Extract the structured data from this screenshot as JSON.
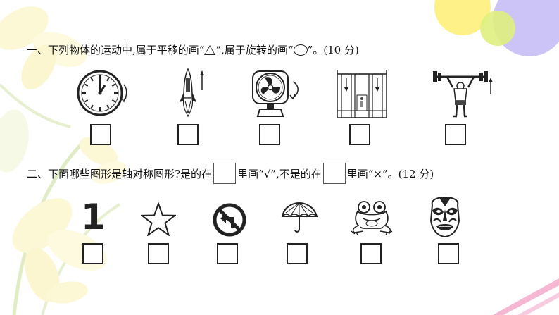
{
  "question1": {
    "number": "一、",
    "text_a": "下列物体的运动中,属于平移的画“",
    "text_b": "”,属于旋转的画“",
    "text_c": "”。(10 分)",
    "translation_symbol": "triangle-shape",
    "rotation_symbol": "circle-shape",
    "items": [
      "clock-icon",
      "rocket-icon",
      "fan-icon",
      "elevator-icon",
      "weightlifter-icon"
    ]
  },
  "question2": {
    "number": "二、",
    "text_a": "下面哪些图形是轴对称图形?是的在",
    "text_b": "里画“√”,不是的在",
    "text_c": "里画“×”。(12 分)",
    "digit": "1",
    "items": [
      "digit-one",
      "star-icon",
      "no-left-turn-icon",
      "umbrella-icon",
      "frog-icon",
      "opera-mask-icon"
    ]
  },
  "colors": {
    "text": "#111111",
    "petal": "#fbf3b4",
    "stem": "#cfe3a5",
    "ball_yellow": "#fdf07a",
    "ball_lime": "#dff07e",
    "ball_purple": "#c3b8f5",
    "ribbon_pink": "#f3a6c8"
  }
}
